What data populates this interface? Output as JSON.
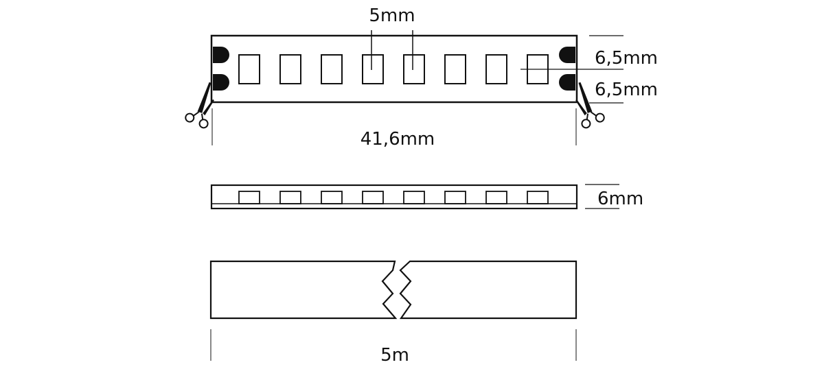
{
  "labels": {
    "led_pitch": "5mm",
    "height_upper": "6,5mm",
    "height_lower": "6,5mm",
    "segment_length": "41,6mm",
    "thickness": "6mm",
    "total_length": "5m"
  },
  "strip": {
    "led_count_per_segment": 8
  },
  "icons": {
    "cut_mark_left": "scissors-icon",
    "cut_mark_right": "scissors-icon"
  },
  "colors": {
    "line": "#111111",
    "background": "#ffffff"
  }
}
